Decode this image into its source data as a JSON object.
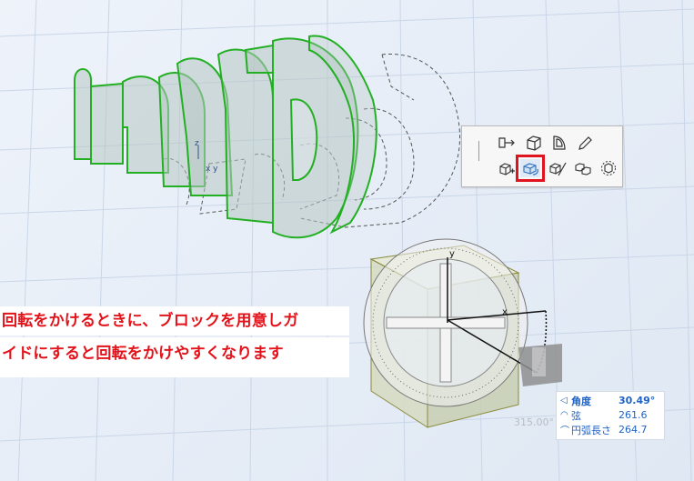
{
  "toolbar": {
    "tools": [
      {
        "icon": "move-arrow-icon",
        "active": false
      },
      {
        "icon": "box-push-icon",
        "active": false
      },
      {
        "icon": "offset-face-icon",
        "active": false
      },
      {
        "icon": "pencil-icon",
        "active": false
      },
      {
        "icon": "add-box-icon",
        "active": false
      },
      {
        "icon": "rotate-box-icon",
        "active": true
      },
      {
        "icon": "slice-box-icon",
        "active": false
      },
      {
        "icon": "copy-box-icon",
        "active": false
      },
      {
        "icon": "settings-box-icon",
        "active": false
      }
    ],
    "highlight_color": "#e0141e"
  },
  "caption": {
    "line1": "回転をかけるときに、ブロックを用意しガ",
    "line2": "イドにすると回転をかけやすくなります",
    "color": "#e3131b"
  },
  "readout": {
    "angle_label": "角度",
    "angle_value": "30.49°",
    "chord_label": "弦",
    "chord_value": "261.6",
    "arc_label": "円弧長さ",
    "arc_value": "264.7",
    "color": "#1f63c6"
  },
  "viewport": {
    "protractor_angle_label": "315.00°",
    "axis_x": "x",
    "axis_y": "y",
    "text_axis_z": "z",
    "text_axis_xy": "x y",
    "text_edge_color": "#22b022"
  }
}
